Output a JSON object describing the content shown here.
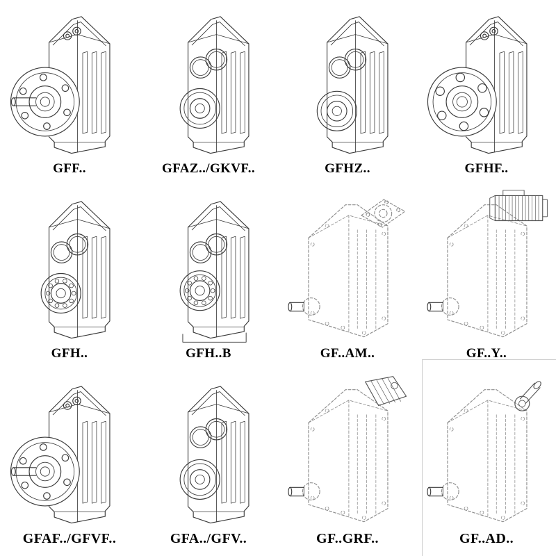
{
  "page": {
    "background": "#ffffff"
  },
  "colors": {
    "line": "#3a3a3a",
    "dashed_line": "#8d8d8d",
    "attachment_line": "#555555",
    "label": "#000000",
    "frame": "#cccccc"
  },
  "grid": {
    "rows": 3,
    "cols": 4,
    "items": [
      {
        "label": "GFF..",
        "variant": "flange-shaft",
        "drawing": "parallel-shaft-gearbox-flange-with-shaft-icon"
      },
      {
        "label": "GFAZ../GKVF..",
        "variant": "bore-hub",
        "drawing": "parallel-shaft-gearbox-hollow-bore-icon"
      },
      {
        "label": "GFHZ..",
        "variant": "bore-hub-2",
        "drawing": "parallel-shaft-gearbox-hollow-bore-icon"
      },
      {
        "label": "GFHF..",
        "variant": "flange-holes",
        "drawing": "parallel-shaft-gearbox-flange-hollow-icon"
      },
      {
        "label": "GFH..",
        "variant": "hub-bearing",
        "drawing": "parallel-shaft-gearbox-shrink-disc-icon"
      },
      {
        "label": "GFH..B",
        "variant": "hub-bearing-base",
        "drawing": "parallel-shaft-gearbox-shrink-disc-base-icon"
      },
      {
        "label": "GF..AM..",
        "variant": "dashed-flange-top",
        "drawing": "phantom-gearbox-input-flange-icon"
      },
      {
        "label": "GF..Y..",
        "variant": "dashed-motor",
        "drawing": "phantom-gearbox-with-motor-icon"
      },
      {
        "label": "GFAF../GFVF..",
        "variant": "flange-shaft-2",
        "drawing": "parallel-shaft-gearbox-flange-with-shaft-icon"
      },
      {
        "label": "GFA../GFV..",
        "variant": "bore-hub-3",
        "drawing": "parallel-shaft-gearbox-hollow-bore-icon"
      },
      {
        "label": "GF..GRF..",
        "variant": "dashed-adapter",
        "drawing": "phantom-gearbox-input-adapter-icon"
      },
      {
        "label": "GF..AD..",
        "variant": "dashed-shaft-top",
        "drawing": "phantom-gearbox-input-shaft-icon"
      }
    ]
  }
}
